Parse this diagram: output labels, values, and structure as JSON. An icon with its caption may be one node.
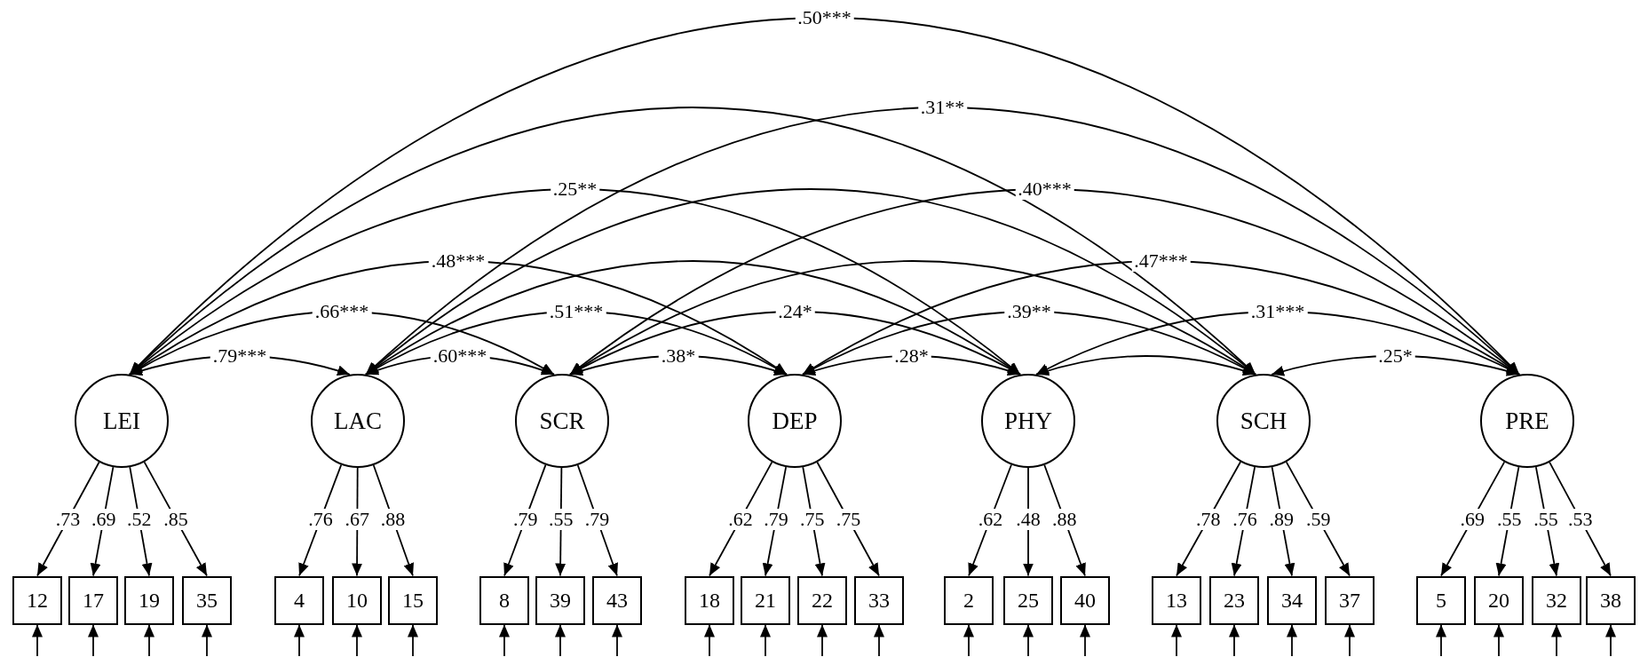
{
  "diagram": {
    "nodes": [
      {
        "text": [
          "LEI"
        ]
      },
      {
        "text": [
          "LAC"
        ]
      },
      {
        "text": [
          "SCR"
        ]
      },
      {
        "text": [
          "DEP"
        ]
      },
      {
        "text": [
          "PHY"
        ]
      },
      {
        "text": [
          "SCH"
        ]
      },
      {
        "text": [
          "PRE"
        ]
      },
      {
        "text": [
          "12"
        ]
      },
      {
        "text": [
          "17"
        ]
      },
      {
        "text": [
          "19"
        ]
      },
      {
        "text": [
          "35"
        ]
      },
      {
        "text": [
          "4"
        ]
      },
      {
        "text": [
          "10"
        ]
      },
      {
        "text": [
          "15"
        ]
      },
      {
        "text": [
          "8"
        ]
      },
      {
        "text": [
          "39"
        ]
      },
      {
        "text": [
          "43"
        ]
      },
      {
        "text": [
          "18"
        ]
      },
      {
        "text": [
          "21"
        ]
      },
      {
        "text": [
          "22"
        ]
      },
      {
        "text": [
          "33"
        ]
      },
      {
        "text": [
          "2"
        ]
      },
      {
        "text": [
          "25"
        ]
      },
      {
        "text": [
          "40"
        ]
      },
      {
        "text": [
          "13"
        ]
      },
      {
        "text": [
          "23"
        ]
      },
      {
        "text": [
          "34"
        ]
      },
      {
        "text": [
          "37"
        ]
      },
      {
        "text": [
          "5"
        ]
      },
      {
        "text": [
          "20"
        ]
      },
      {
        "text": [
          "32"
        ]
      },
      {
        "text": [
          "38"
        ]
      }
    ],
    "edges": [
      {
        "from": 0,
        "to": 1,
        "arrow": "both",
        "label": ".79***"
      },
      {
        "from": 0,
        "to": 2,
        "arrow": "both",
        "label": ".66***"
      },
      {
        "from": 0,
        "to": 3,
        "arrow": "both",
        "label": ".48***"
      },
      {
        "from": 0,
        "to": 4,
        "arrow": "both",
        "label": ".25**"
      },
      {
        "from": 0,
        "to": 5,
        "arrow": "both"
      },
      {
        "from": 0,
        "to": 6,
        "arrow": "both",
        "label": ".50***"
      },
      {
        "from": 1,
        "to": 2,
        "arrow": "both",
        "label": ".60***"
      },
      {
        "from": 1,
        "to": 3,
        "arrow": "both",
        "label": ".51***"
      },
      {
        "from": 1,
        "to": 4,
        "arrow": "both"
      },
      {
        "from": 1,
        "to": 5,
        "arrow": "both"
      },
      {
        "from": 1,
        "to": 6,
        "arrow": "both",
        "label": ".31**"
      },
      {
        "from": 2,
        "to": 3,
        "arrow": "both",
        "label": ".38*"
      },
      {
        "from": 2,
        "to": 4,
        "arrow": "both",
        "label": ".24*"
      },
      {
        "from": 2,
        "to": 5,
        "arrow": "both"
      },
      {
        "from": 2,
        "to": 6,
        "arrow": "both",
        "label": ".40***"
      },
      {
        "from": 3,
        "to": 4,
        "arrow": "both",
        "label": ".28*"
      },
      {
        "from": 3,
        "to": 5,
        "arrow": "both",
        "label": ".39**"
      },
      {
        "from": 3,
        "to": 6,
        "arrow": "both",
        "label": ".47***"
      },
      {
        "from": 4,
        "to": 5,
        "arrow": "both"
      },
      {
        "from": 4,
        "to": 6,
        "arrow": "both",
        "label": ".31***"
      },
      {
        "from": 5,
        "to": 6,
        "arrow": "both",
        "label": ".25*"
      },
      {
        "from": 0,
        "to": 7,
        "arrow": "to",
        "label": ".73"
      },
      {
        "from": 0,
        "to": 8,
        "arrow": "to",
        "label": ".69"
      },
      {
        "from": 0,
        "to": 9,
        "arrow": "to",
        "label": ".52"
      },
      {
        "from": 0,
        "to": 10,
        "arrow": "to",
        "label": ".85"
      },
      {
        "from": 1,
        "to": 11,
        "arrow": "to",
        "label": ".76"
      },
      {
        "from": 1,
        "to": 12,
        "arrow": "to",
        "label": ".67"
      },
      {
        "from": 1,
        "to": 13,
        "arrow": "to",
        "label": ".88"
      },
      {
        "from": 2,
        "to": 14,
        "arrow": "to",
        "label": ".79"
      },
      {
        "from": 2,
        "to": 15,
        "arrow": "to",
        "label": ".55"
      },
      {
        "from": 2,
        "to": 16,
        "arrow": "to",
        "label": ".79"
      },
      {
        "from": 3,
        "to": 17,
        "arrow": "to",
        "label": ".62"
      },
      {
        "from": 3,
        "to": 18,
        "arrow": "to",
        "label": ".79"
      },
      {
        "from": 3,
        "to": 19,
        "arrow": "to",
        "label": ".75"
      },
      {
        "from": 3,
        "to": 20,
        "arrow": "to",
        "label": ".75"
      },
      {
        "from": 4,
        "to": 21,
        "arrow": "to",
        "label": ".62"
      },
      {
        "from": 4,
        "to": 22,
        "arrow": "to",
        "label": ".48"
      },
      {
        "from": 4,
        "to": 23,
        "arrow": "to",
        "label": ".88"
      },
      {
        "from": 5,
        "to": 24,
        "arrow": "to",
        "label": ".78"
      },
      {
        "from": 5,
        "to": 25,
        "arrow": "to",
        "label": ".76"
      },
      {
        "from": 5,
        "to": 26,
        "arrow": "to",
        "label": ".89"
      },
      {
        "from": 5,
        "to": 27,
        "arrow": "to",
        "label": ".59"
      },
      {
        "from": 6,
        "to": 28,
        "arrow": "to",
        "label": ".69"
      },
      {
        "from": 6,
        "to": 29,
        "arrow": "to",
        "label": ".55"
      },
      {
        "from": 6,
        "to": 30,
        "arrow": "to",
        "label": ".55"
      },
      {
        "from": 6,
        "to": 31,
        "arrow": "to",
        "label": ".53"
      },
      {
        "from": null,
        "to": 7,
        "arrow": "to"
      },
      {
        "from": null,
        "to": 8,
        "arrow": "to"
      },
      {
        "from": null,
        "to": 9,
        "arrow": "to"
      },
      {
        "from": null,
        "to": 10,
        "arrow": "to"
      },
      {
        "from": null,
        "to": 11,
        "arrow": "to"
      },
      {
        "from": null,
        "to": 12,
        "arrow": "to"
      },
      {
        "from": null,
        "to": 13,
        "arrow": "to"
      },
      {
        "from": null,
        "to": 14,
        "arrow": "to"
      },
      {
        "from": null,
        "to": 15,
        "arrow": "to"
      },
      {
        "from": null,
        "to": 16,
        "arrow": "to"
      },
      {
        "from": null,
        "to": 17,
        "arrow": "to"
      },
      {
        "from": null,
        "to": 18,
        "arrow": "to"
      },
      {
        "from": null,
        "to": 19,
        "arrow": "to"
      },
      {
        "from": null,
        "to": 20,
        "arrow": "to"
      },
      {
        "from": null,
        "to": 21,
        "arrow": "to"
      },
      {
        "from": null,
        "to": 22,
        "arrow": "to"
      },
      {
        "from": null,
        "to": 23,
        "arrow": "to"
      },
      {
        "from": null,
        "to": 24,
        "arrow": "to"
      },
      {
        "from": null,
        "to": 25,
        "arrow": "to"
      },
      {
        "from": null,
        "to": 26,
        "arrow": "to"
      },
      {
        "from": null,
        "to": 27,
        "arrow": "to"
      },
      {
        "from": null,
        "to": 28,
        "arrow": "to"
      },
      {
        "from": null,
        "to": 29,
        "arrow": "to"
      },
      {
        "from": null,
        "to": 30,
        "arrow": "to"
      },
      {
        "from": null,
        "to": 31,
        "arrow": "to"
      }
    ]
  }
}
